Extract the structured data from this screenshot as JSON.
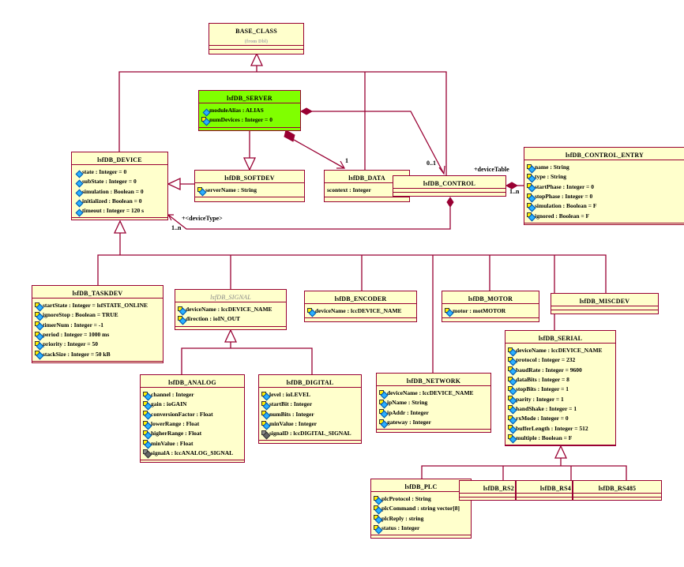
{
  "colors": {
    "line": "#990033",
    "class_fill": "#ffffcc",
    "highlight_fill": "#80ff00"
  },
  "classes": [
    {
      "id": "base",
      "name": "BASE_CLASS",
      "sub": "(from Dbl)",
      "attrs": []
    },
    {
      "id": "server",
      "name": "lsfDB_SERVER",
      "highlight": true,
      "attrs": [
        {
          "text": "moduleAlias : ALIAS",
          "icon": "public"
        },
        {
          "text": "numDevices : Integer = 0",
          "icon": "protected"
        }
      ]
    },
    {
      "id": "device",
      "name": "lsfDB_DEVICE",
      "attrs": [
        {
          "text": "state : Integer = 0",
          "icon": "public"
        },
        {
          "text": "subState : Integer = 0",
          "icon": "public"
        },
        {
          "text": "simulation : Boolean = 0",
          "icon": "public"
        },
        {
          "text": "initialized : Boolean = 0",
          "icon": "public"
        },
        {
          "text": "timeout : Integer = 120 s",
          "icon": "public"
        }
      ]
    },
    {
      "id": "softdev",
      "name": "lsfDB_SOFTDEV",
      "attrs": [
        {
          "text": "serverName : String",
          "icon": "protected"
        }
      ]
    },
    {
      "id": "data",
      "name": "lsfDB_DATA",
      "attrs": [
        {
          "text": "scontext : Integer",
          "icon": "none"
        }
      ]
    },
    {
      "id": "control",
      "name": "lsfDB_CONTROL",
      "attrs": []
    },
    {
      "id": "entry",
      "name": "lsfDB_CONTROL_ENTRY",
      "attrs": [
        {
          "text": "name : String",
          "icon": "protected"
        },
        {
          "text": "type : String",
          "icon": "protected"
        },
        {
          "text": "startPhase : Integer = 0",
          "icon": "protected"
        },
        {
          "text": "stopPhase : Integer = 0",
          "icon": "protected"
        },
        {
          "text": "simulation : Boolean = F",
          "icon": "protected"
        },
        {
          "text": "ignored : Boolean = F",
          "icon": "protected"
        }
      ]
    },
    {
      "id": "taskdev",
      "name": "lsfDB_TASKDEV",
      "attrs": [
        {
          "text": "startState : Integer = lsfSTATE_ONLINE",
          "icon": "protected"
        },
        {
          "text": "ignoreStop : Boolean = TRUE",
          "icon": "protected"
        },
        {
          "text": "timerNum : Integer = -1",
          "icon": "protected"
        },
        {
          "text": "period : Integer = 1000 ms",
          "icon": "protected"
        },
        {
          "text": "priority : Integer = 50",
          "icon": "protected"
        },
        {
          "text": "stackSize : Integer = 50 kB",
          "icon": "protected"
        }
      ]
    },
    {
      "id": "signal",
      "name": "lsfDB_SIGNAL",
      "abstract": true,
      "attrs": [
        {
          "text": "deviceName : lccDEVICE_NAME",
          "icon": "protected"
        },
        {
          "text": "direction : ioIN_OUT",
          "icon": "protected"
        }
      ]
    },
    {
      "id": "encoder",
      "name": "lsfDB_ENCODER",
      "attrs": [
        {
          "text": "deviceName : lccDEVICE_NAME",
          "icon": "protected"
        }
      ]
    },
    {
      "id": "motor",
      "name": "lsfDB_MOTOR",
      "attrs": [
        {
          "text": "motor : motMOTOR",
          "icon": "protected"
        }
      ]
    },
    {
      "id": "miscdev",
      "name": "lsfDB_MISCDEV",
      "attrs": []
    },
    {
      "id": "serial",
      "name": "lsfDB_SERIAL",
      "attrs": [
        {
          "text": "deviceName : lccDEVICE_NAME",
          "icon": "protected"
        },
        {
          "text": "protocol : Integer = 232",
          "icon": "protected"
        },
        {
          "text": "baudRate : Integer = 9600",
          "icon": "protected"
        },
        {
          "text": "dataBits : Integer = 8",
          "icon": "protected"
        },
        {
          "text": "stopBits : Integer = 1",
          "icon": "protected"
        },
        {
          "text": "parity : Integer = 1",
          "icon": "protected"
        },
        {
          "text": "handShake : Integer = 1",
          "icon": "protected"
        },
        {
          "text": "rxMode : Integer = 0",
          "icon": "protected"
        },
        {
          "text": "bufferLength : Integer = 512",
          "icon": "protected"
        },
        {
          "text": "multiple : Boolean = F",
          "icon": "protected"
        }
      ]
    },
    {
      "id": "analog",
      "name": "lsfDB_ANALOG",
      "attrs": [
        {
          "text": "channel : Integer",
          "icon": "protected"
        },
        {
          "text": "gain : ioGAIN",
          "icon": "protected"
        },
        {
          "text": "conversionFactor : Float",
          "icon": "protected"
        },
        {
          "text": "lowerRange : Float",
          "icon": "protected"
        },
        {
          "text": "higherRange : Float",
          "icon": "protected"
        },
        {
          "text": "minValue : Float",
          "icon": "protected"
        },
        {
          "text": "signalA : lccANALOG_SIGNAL",
          "icon": "implementation"
        }
      ]
    },
    {
      "id": "digital",
      "name": "lsfDB_DIGITAL",
      "attrs": [
        {
          "text": "level : ioLEVEL",
          "icon": "protected"
        },
        {
          "text": "startBit : Integer",
          "icon": "protected"
        },
        {
          "text": "numBits : Integer",
          "icon": "protected"
        },
        {
          "text": "minValue : Integer",
          "icon": "protected"
        },
        {
          "text": "signalD : lccDIGITAL_SIGNAL",
          "icon": "implementation"
        }
      ]
    },
    {
      "id": "network",
      "name": "lsfDB_NETWORK",
      "attrs": [
        {
          "text": "deviceName : lccDEVICE_NAME",
          "icon": "protected"
        },
        {
          "text": "ipName : String",
          "icon": "protected"
        },
        {
          "text": "ipAddr : Integer",
          "icon": "protected"
        },
        {
          "text": "gateway : Integer",
          "icon": "protected"
        }
      ]
    },
    {
      "id": "plc",
      "name": "lsfDB_PLC",
      "attrs": [
        {
          "text": "plcProtocol : String",
          "icon": "protected"
        },
        {
          "text": "plcCommand : string vector[8]",
          "icon": "protected"
        },
        {
          "text": "plcReply : string",
          "icon": "protected"
        },
        {
          "text": "status : Integer",
          "icon": "protected"
        }
      ]
    },
    {
      "id": "rs232",
      "name": "lsfDB_RS2",
      "attrs": []
    },
    {
      "id": "rs4",
      "name": "lsfDB_RS4",
      "attrs": []
    },
    {
      "id": "rs485",
      "name": "lsfDB_RS485",
      "attrs": []
    }
  ],
  "labels": {
    "server_data_mult": "1",
    "server_control_mult": "0..1",
    "device_type_role": "+<deviceType>",
    "device_type_mult": "1..n",
    "device_table_role": "+deviceTable",
    "device_table_mult": "1..n"
  }
}
